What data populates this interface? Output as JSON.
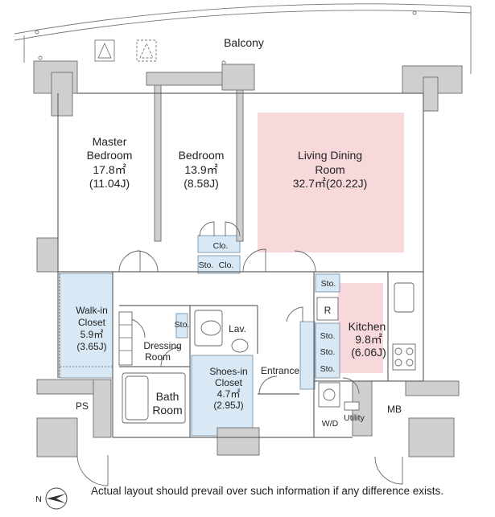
{
  "rooms": {
    "balcony": "Balcony",
    "master": [
      "Master",
      "Bedroom",
      "17.8㎡",
      "(11.04J)"
    ],
    "bedroom": [
      "Bedroom",
      "13.9㎡",
      "(8.58J)"
    ],
    "living": [
      "Living Dining",
      "Room",
      "32.7㎡(20.22J)"
    ],
    "walkin": [
      "Walk-in",
      "Closet",
      "5.9㎡",
      "(3.65J)"
    ],
    "dressing": [
      "Dressing",
      "Room"
    ],
    "bath": [
      "Bath",
      "Room"
    ],
    "shoes": [
      "Shoes-in",
      "Closet",
      "4.7㎡",
      "(2.95J)"
    ],
    "kitchen": [
      "Kitchen",
      "9.8㎡",
      "(6.06J)"
    ],
    "entrance": "Entrance",
    "lav": "Lav.",
    "utility": "Utility",
    "wd": "W/D",
    "ps": "PS",
    "mb": "MB",
    "sto": "Sto.",
    "clo": "Clo.",
    "refrigerator": "R"
  },
  "compass_label": "N",
  "disclaimer": "Actual layout should prevail over such information if any difference exists.",
  "colors": {
    "closet": "#d8e8f4",
    "living_dining_highlight": "#f7d9dc",
    "kitchen_highlight": "#f7d9dc",
    "wall": "#cfcfcf"
  }
}
